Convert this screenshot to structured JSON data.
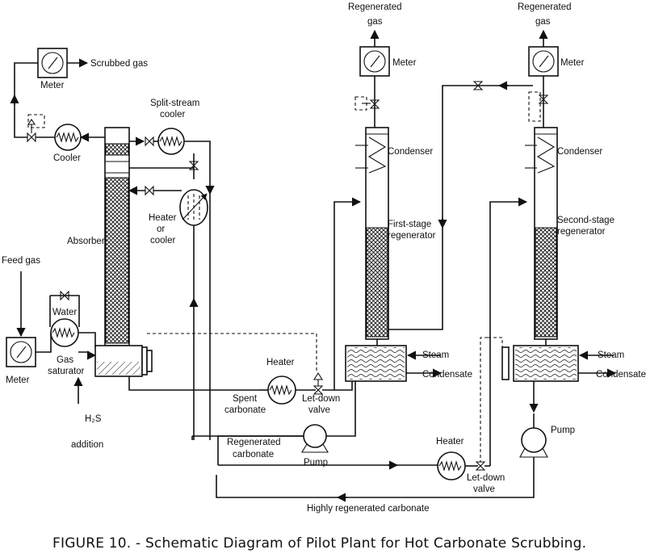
{
  "diagram": {
    "labels": {
      "scrubbed_gas": "Scrubbed gas",
      "meter_top_left": "Meter",
      "cooler": "Cooler",
      "split_stream_cooler": "Split-stream cooler",
      "heater_or_cooler": "Heater or cooler",
      "absorber": "Absorber",
      "feed_gas": "Feed gas",
      "water": "Water",
      "meter_feed": "Meter",
      "gas_saturator": "Gas saturator",
      "h2s_addition": "H₂S addition",
      "regen_gas_1": "Regenerated gas",
      "meter_1": "Meter",
      "condenser_1": "Condenser",
      "first_stage_regenerator": "First-stage regenerator",
      "steam_1": "Steam",
      "condensate_1": "Condensate",
      "heater_1": "Heater",
      "spent_carbonate": "Spent carbonate",
      "let_down_valve_1": "Let-down valve",
      "pump_1": "Pump",
      "regenerated_carbonate": "Regenerated carbonate",
      "regen_gas_2": "Regenerated gas",
      "meter_2": "Meter",
      "condenser_2": "Condenser",
      "second_stage_regenerator": "Second-stage regenerator",
      "steam_2": "Steam",
      "condensate_2": "Condensate",
      "heater_2": "Heater",
      "let_down_valve_2": "Let-down valve",
      "pump_2": "Pump",
      "highly_regenerated_carbonate": "Highly regenerated carbonate"
    },
    "caption": "FIGURE 10. - Schematic Diagram of Pilot Plant for Hot Carbonate Scrubbing."
  }
}
